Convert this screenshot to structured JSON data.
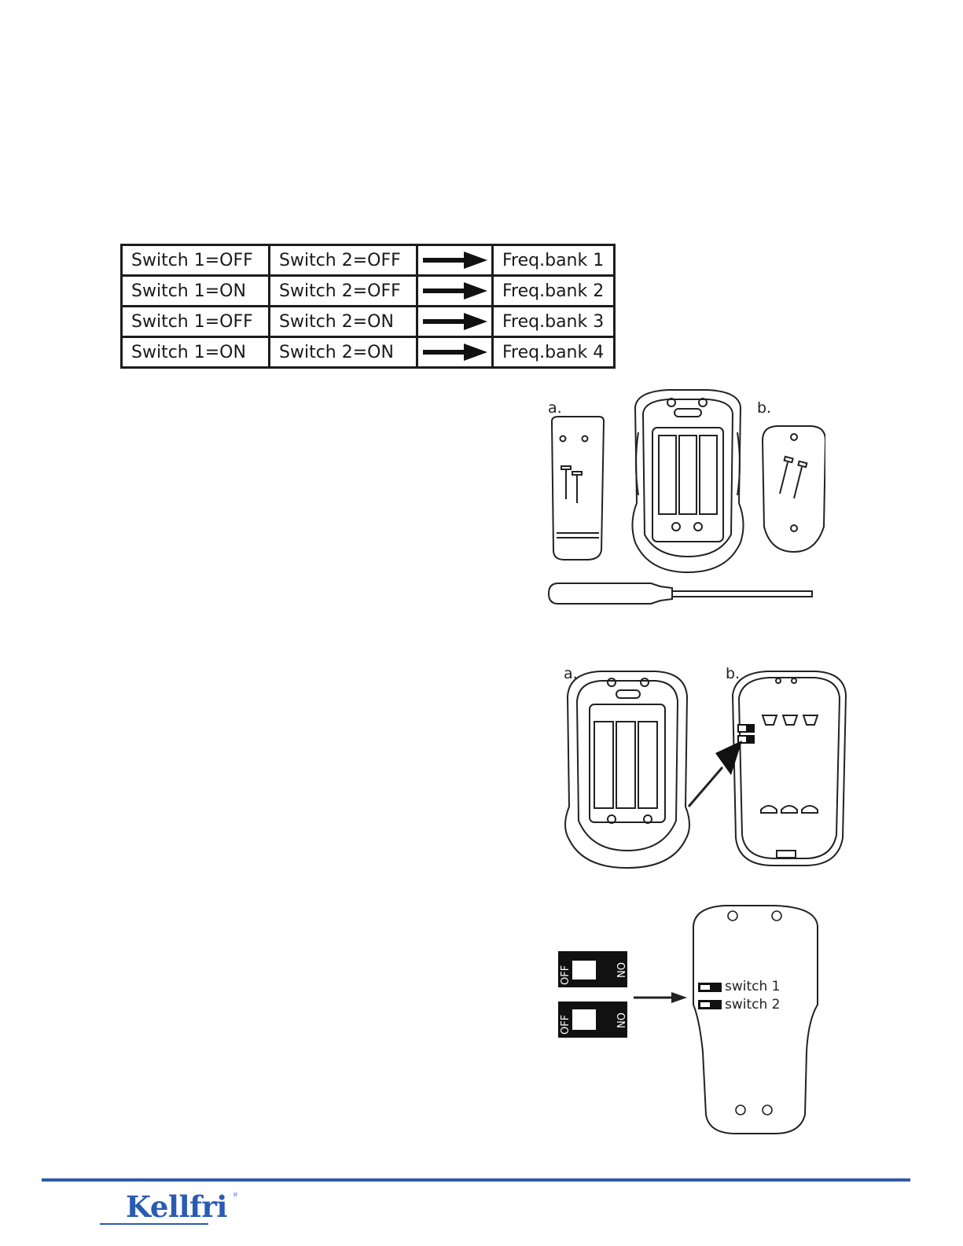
{
  "table": {
    "rows": [
      {
        "switch1": "Switch 1=OFF",
        "switch2": "Switch 2=OFF",
        "bank": "Freq.bank 1"
      },
      {
        "switch1": "Switch 1=ON",
        "switch2": "Switch 2=OFF",
        "bank": "Freq.bank 2"
      },
      {
        "switch1": "Switch 1=OFF",
        "switch2": "Switch 2=ON",
        "bank": "Freq.bank 3"
      },
      {
        "switch1": "Switch 1=ON",
        "switch2": "Switch 2=ON",
        "bank": "Freq.bank 4"
      }
    ],
    "arrow_icon": "right-arrow-icon"
  },
  "figure1": {
    "label_a": "a.",
    "label_b": "b."
  },
  "figure2": {
    "label_a": "a.",
    "label_b": "b."
  },
  "figure3": {
    "dip_off": "OFF",
    "dip_on": "ON",
    "switch1_label": "switch 1",
    "switch2_label": "switch 2"
  },
  "footer": {
    "logo": "Kellfri",
    "registered": "®",
    "rule_color": "#2f5aa8",
    "logo_color": "#2a5bb1"
  }
}
